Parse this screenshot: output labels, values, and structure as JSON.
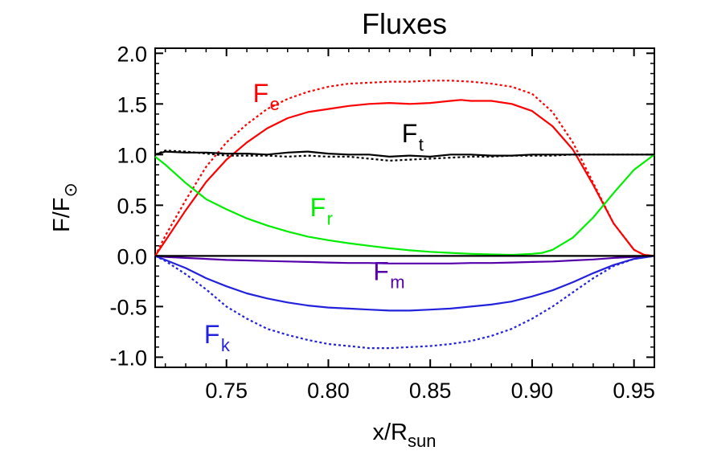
{
  "chart_data": {
    "type": "line",
    "title": "Fluxes",
    "xlabel": "x/R",
    "xlabel_sub": "sun",
    "ylabel": "F/F",
    "ylabel_symbol": "⊙",
    "xlim": [
      0.715,
      0.96
    ],
    "ylim": [
      -1.1,
      2.05
    ],
    "xticks": [
      0.75,
      0.8,
      0.85,
      0.9,
      0.95
    ],
    "xtick_labels": [
      "0.75",
      "0.80",
      "0.85",
      "0.90",
      "0.95"
    ],
    "yticks": [
      2.0,
      1.5,
      1.0,
      0.5,
      0.0,
      -0.5,
      -1.0
    ],
    "ytick_labels": [
      "2.0",
      "1.5",
      "1.0",
      "0.5",
      "0.0",
      "-0.5",
      "-1.0"
    ],
    "grid": false,
    "series": [
      {
        "name": "F",
        "sub": "e",
        "color": "#ff0000",
        "dash": false,
        "label_at": [
          0.763,
          1.52
        ],
        "sub_at": [
          0.768,
          1.44
        ],
        "x": [
          0.715,
          0.72,
          0.73,
          0.74,
          0.75,
          0.76,
          0.77,
          0.78,
          0.79,
          0.8,
          0.81,
          0.82,
          0.83,
          0.84,
          0.85,
          0.86,
          0.865,
          0.87,
          0.88,
          0.89,
          0.9,
          0.91,
          0.92,
          0.93,
          0.94,
          0.95,
          0.955,
          0.96
        ],
        "y": [
          0.0,
          0.15,
          0.45,
          0.73,
          0.95,
          1.12,
          1.26,
          1.36,
          1.42,
          1.45,
          1.48,
          1.5,
          1.51,
          1.5,
          1.51,
          1.53,
          1.54,
          1.53,
          1.53,
          1.5,
          1.43,
          1.28,
          1.05,
          0.7,
          0.32,
          0.06,
          0.01,
          0.0
        ]
      },
      {
        "name": "",
        "sub": "",
        "color": "#ff0000",
        "dash": true,
        "x": [
          0.715,
          0.72,
          0.73,
          0.74,
          0.75,
          0.76,
          0.77,
          0.78,
          0.79,
          0.8,
          0.81,
          0.82,
          0.83,
          0.84,
          0.85,
          0.86,
          0.87,
          0.88,
          0.89,
          0.9,
          0.91,
          0.92,
          0.93,
          0.94,
          0.95,
          0.955,
          0.96
        ],
        "y": [
          0.0,
          0.2,
          0.55,
          0.88,
          1.12,
          1.3,
          1.45,
          1.55,
          1.62,
          1.67,
          1.7,
          1.71,
          1.72,
          1.72,
          1.73,
          1.73,
          1.72,
          1.7,
          1.67,
          1.6,
          1.42,
          1.12,
          0.72,
          0.32,
          0.06,
          0.01,
          0.0
        ]
      },
      {
        "name": "F",
        "sub": "t",
        "color": "#000000",
        "dash": false,
        "label_at": [
          0.836,
          1.12
        ],
        "sub_at": [
          0.841,
          1.04
        ],
        "x": [
          0.715,
          0.72,
          0.73,
          0.74,
          0.75,
          0.76,
          0.77,
          0.78,
          0.79,
          0.8,
          0.81,
          0.82,
          0.83,
          0.84,
          0.85,
          0.86,
          0.87,
          0.88,
          0.89,
          0.9,
          0.91,
          0.92,
          0.93,
          0.94,
          0.95,
          0.96
        ],
        "y": [
          1.0,
          1.03,
          1.02,
          1.02,
          1.01,
          1.01,
          1.0,
          1.02,
          1.03,
          1.01,
          1.0,
          1.0,
          0.98,
          0.99,
          0.98,
          1.0,
          1.0,
          0.99,
          0.99,
          1.0,
          1.0,
          1.0,
          1.0,
          1.0,
          1.0,
          1.0
        ]
      },
      {
        "name": "",
        "sub": "",
        "color": "#000000",
        "dash": true,
        "x": [
          0.715,
          0.72,
          0.73,
          0.74,
          0.75,
          0.76,
          0.77,
          0.78,
          0.79,
          0.8,
          0.81,
          0.82,
          0.83,
          0.84,
          0.85,
          0.86,
          0.87,
          0.88,
          0.89,
          0.9,
          0.91,
          0.92,
          0.93,
          0.94,
          0.95,
          0.96
        ],
        "y": [
          1.0,
          1.04,
          1.03,
          1.01,
          0.99,
          0.99,
          0.99,
          0.98,
          0.99,
          0.98,
          0.98,
          0.96,
          0.94,
          0.95,
          0.96,
          0.97,
          0.98,
          0.98,
          0.99,
          0.99,
          0.99,
          1.0,
          1.0,
          1.0,
          1.0,
          1.0
        ]
      },
      {
        "name": "F",
        "sub": "r",
        "color": "#00ee00",
        "dash": false,
        "label_at": [
          0.791,
          0.39
        ],
        "sub_at": [
          0.796,
          0.31
        ],
        "x": [
          0.715,
          0.72,
          0.73,
          0.74,
          0.75,
          0.76,
          0.77,
          0.78,
          0.79,
          0.8,
          0.81,
          0.82,
          0.83,
          0.84,
          0.85,
          0.86,
          0.87,
          0.88,
          0.89,
          0.9,
          0.905,
          0.91,
          0.92,
          0.93,
          0.94,
          0.95,
          0.96
        ],
        "y": [
          0.98,
          0.9,
          0.72,
          0.56,
          0.46,
          0.37,
          0.3,
          0.24,
          0.19,
          0.155,
          0.125,
          0.1,
          0.075,
          0.055,
          0.04,
          0.03,
          0.02,
          0.015,
          0.01,
          0.02,
          0.03,
          0.06,
          0.18,
          0.38,
          0.62,
          0.85,
          1.0
        ]
      },
      {
        "name": "F",
        "sub": "m",
        "color": "#5500aa",
        "dash": false,
        "label_at": [
          0.822,
          -0.24
        ],
        "sub_at": [
          0.827,
          -0.32
        ],
        "x": [
          0.715,
          0.72,
          0.73,
          0.74,
          0.75,
          0.76,
          0.77,
          0.78,
          0.79,
          0.8,
          0.81,
          0.82,
          0.83,
          0.84,
          0.85,
          0.86,
          0.87,
          0.88,
          0.89,
          0.9,
          0.91,
          0.92,
          0.93,
          0.94,
          0.95,
          0.96
        ],
        "y": [
          0.0,
          -0.01,
          -0.02,
          -0.03,
          -0.04,
          -0.045,
          -0.05,
          -0.055,
          -0.06,
          -0.065,
          -0.07,
          -0.07,
          -0.075,
          -0.075,
          -0.075,
          -0.075,
          -0.07,
          -0.07,
          -0.065,
          -0.06,
          -0.055,
          -0.045,
          -0.035,
          -0.02,
          -0.01,
          0.0
        ]
      },
      {
        "name": "F",
        "sub": "k",
        "color": "#2222dd",
        "dash": false,
        "label_at": [
          0.739,
          -0.86
        ],
        "sub_at": [
          0.744,
          -0.94
        ],
        "x": [
          0.715,
          0.72,
          0.73,
          0.74,
          0.75,
          0.76,
          0.77,
          0.78,
          0.79,
          0.8,
          0.81,
          0.82,
          0.83,
          0.84,
          0.85,
          0.86,
          0.87,
          0.88,
          0.89,
          0.9,
          0.91,
          0.92,
          0.93,
          0.94,
          0.95,
          0.96
        ],
        "y": [
          0.0,
          -0.04,
          -0.12,
          -0.22,
          -0.3,
          -0.37,
          -0.42,
          -0.46,
          -0.49,
          -0.51,
          -0.52,
          -0.53,
          -0.54,
          -0.54,
          -0.53,
          -0.52,
          -0.5,
          -0.48,
          -0.45,
          -0.4,
          -0.34,
          -0.26,
          -0.17,
          -0.09,
          -0.03,
          0.0
        ]
      },
      {
        "name": "",
        "sub": "",
        "color": "#2222dd",
        "dash": true,
        "x": [
          0.715,
          0.72,
          0.73,
          0.74,
          0.75,
          0.76,
          0.77,
          0.78,
          0.79,
          0.8,
          0.81,
          0.82,
          0.83,
          0.84,
          0.85,
          0.86,
          0.87,
          0.88,
          0.89,
          0.9,
          0.91,
          0.92,
          0.93,
          0.94,
          0.95,
          0.96
        ],
        "y": [
          0.0,
          -0.05,
          -0.18,
          -0.33,
          -0.5,
          -0.62,
          -0.72,
          -0.78,
          -0.83,
          -0.87,
          -0.89,
          -0.91,
          -0.91,
          -0.9,
          -0.89,
          -0.87,
          -0.84,
          -0.79,
          -0.72,
          -0.62,
          -0.5,
          -0.36,
          -0.22,
          -0.1,
          -0.03,
          0.0
        ]
      },
      {
        "name": "",
        "sub": "",
        "color": "#000000",
        "dash": false,
        "x": [
          0.715,
          0.96
        ],
        "y": [
          0.0,
          0.0
        ]
      }
    ]
  }
}
